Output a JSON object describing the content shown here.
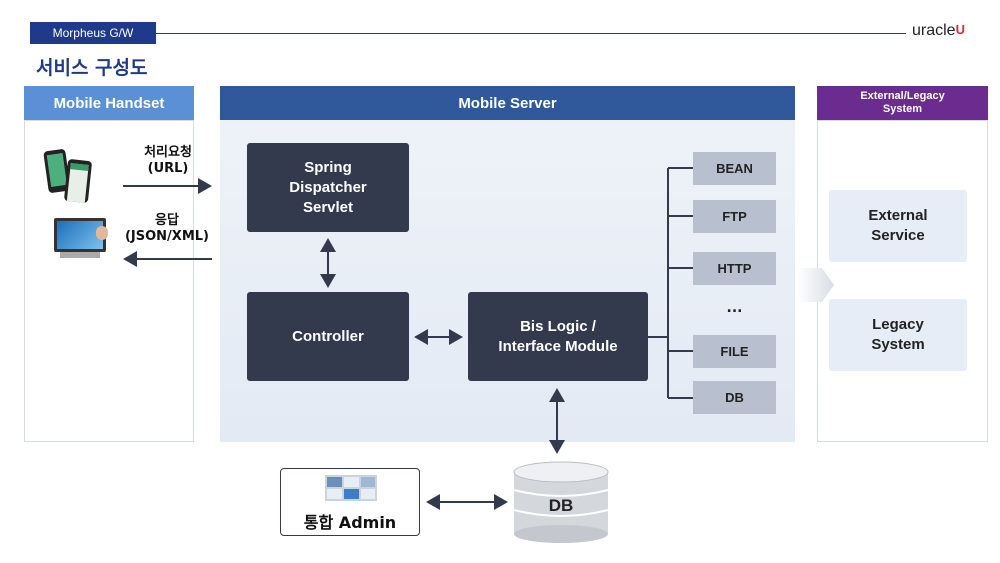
{
  "header": {
    "tag": "Morpheus G/W",
    "brand": "uracle",
    "title": "서비스 구성도"
  },
  "columns": {
    "left": "Mobile Handset",
    "middle": "Mobile Server",
    "right": "External/Legacy\nSystem"
  },
  "handset": {
    "request": "처리요청\n(URL)",
    "response": "응답\n(JSON/XML)"
  },
  "server": {
    "dispatcher": "Spring\nDispatcher\nServlet",
    "controller": "Controller",
    "bis": "Bis Logic /\nInterface Module",
    "chips": [
      "BEAN",
      "FTP",
      "HTTP",
      "...",
      "FILE",
      "DB"
    ]
  },
  "external": {
    "service": "External\nService",
    "legacy": "Legacy\nSystem"
  },
  "bottom": {
    "db": "DB",
    "admin": "통합 Admin"
  },
  "colors": {
    "navy": "#1f3a8a",
    "server_blue": "#30599b",
    "handset_blue": "#5b8fd6",
    "purple": "#6a2d8f",
    "dark_box": "#333a4d",
    "chip": "#b8c0cf"
  }
}
